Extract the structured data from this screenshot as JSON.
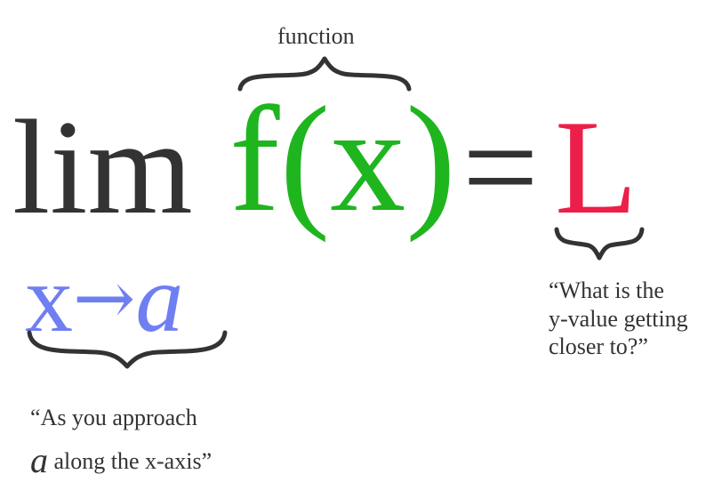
{
  "annotations": {
    "function_label": "function",
    "approach_note_open": "“As you approach",
    "approach_note_var": "a",
    "approach_note_rest": "along the x-axis”",
    "yvalue_note_line1": "“What is the",
    "yvalue_note_line2": "y-value getting",
    "yvalue_note_line3": "closer to?”"
  },
  "equation": {
    "lim": "lim",
    "function": "f(x)",
    "equals": "=",
    "limit_value": "L",
    "subscript_var": "x",
    "subscript_arrow": "→",
    "subscript_target": "a"
  },
  "colors": {
    "function": "#1fb51f",
    "limit_value": "#ec1e4a",
    "subscript": "#6f7ff2",
    "text": "#333333"
  }
}
